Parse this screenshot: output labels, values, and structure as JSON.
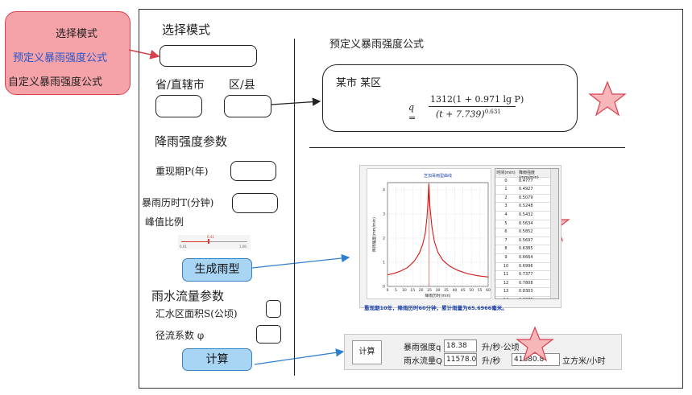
{
  "mode_menu": {
    "title": "选择模式",
    "option_predefined": "预定义暴雨强度公式",
    "option_custom": "自定义暴雨强度公式"
  },
  "left_panel": {
    "mode_label": "选择模式",
    "province_label": "省/直辖市",
    "district_label": "区/县",
    "rain_params_label": "降雨强度参数",
    "return_period_label": "重现期P(年)",
    "duration_label": "暴雨历时T(分钟)",
    "peak_ratio_label": "峰值比例",
    "slider": {
      "min_label": "0.01",
      "max_label": "1.00",
      "value_label": "0.41",
      "value": 0.41
    },
    "generate_button": "生成雨型",
    "flow_params_label": "雨水流量参数",
    "catchment_label": "汇水区面积S(公顷)",
    "runoff_label": "径流系数 φ",
    "calc_button": "计算"
  },
  "right_panel": {
    "formula_title": "预定义暴雨强度公式",
    "city_label": "某市 某区",
    "formula": {
      "lhs": "q =",
      "numerator": "1312(1 + 0.971 lg P)",
      "denominator": "(t + 7.739)",
      "exponent": "0.631"
    }
  },
  "chart_window": {
    "caption": "重现期10年，降雨历时60分钟，累计雨量为65.6966毫米。",
    "table": {
      "headers": [
        "时间(min)",
        "降雨强度(mm/min)"
      ],
      "rows": [
        [
          "0",
          "0.4777"
        ],
        [
          "1",
          "0.4927"
        ],
        [
          "2",
          "0.5079"
        ],
        [
          "3",
          "0.5248"
        ],
        [
          "4",
          "0.5432"
        ],
        [
          "5",
          "0.5634"
        ],
        [
          "6",
          "0.5852"
        ],
        [
          "7",
          "0.5697"
        ],
        [
          "8",
          "0.6385"
        ],
        [
          "9",
          "0.6664"
        ],
        [
          "10",
          "0.6996"
        ],
        [
          "11",
          "0.7377"
        ],
        [
          "12",
          "0.7808"
        ],
        [
          "13",
          "0.8303"
        ],
        [
          "14",
          "0.8875"
        ]
      ]
    }
  },
  "chart_data": {
    "type": "line",
    "title": "芝加哥雨型曲线",
    "xlabel": "降雨历时(min)",
    "ylabel": "降雨强度(mm/min)",
    "xlim": [
      0,
      60
    ],
    "ylim": [
      0,
      4.3
    ],
    "x_ticks": [
      0,
      5,
      10,
      15,
      20,
      25,
      30,
      35,
      40,
      45,
      50,
      55,
      60
    ],
    "y_ticks": [
      0,
      1,
      2,
      3,
      4
    ],
    "peak_x": 24.6,
    "series": [
      {
        "color": "#d11a1a",
        "x": [
          0,
          4,
          8,
          12,
          16,
          19,
          21,
          22.5,
          23.5,
          24.1,
          24.6,
          25.3,
          26.5,
          28,
          30,
          33,
          37,
          42,
          48,
          54,
          60
        ],
        "y": [
          0.48,
          0.54,
          0.64,
          0.78,
          1.05,
          1.38,
          1.75,
          2.2,
          2.85,
          3.5,
          4.25,
          3.3,
          2.45,
          1.85,
          1.42,
          1.08,
          0.84,
          0.66,
          0.52,
          0.44,
          0.39
        ]
      }
    ]
  },
  "calc_panel": {
    "calc_button": "计算",
    "intensity_label": "暴雨强度q",
    "intensity_value": "18.38",
    "intensity_unit": "升/秒·公顷",
    "flow_label": "雨水流量Q",
    "flow_value": "11578.0",
    "flow_unit_ls": "升/秒",
    "flow_value_m3": "41680.8",
    "flow_unit_m3": "立方米/小时"
  },
  "colors": {
    "callout_fill": "#f5a3a9",
    "callout_border": "#d8424f",
    "button_fill": "#a9d5f5",
    "star_fill": "#f7b6ba",
    "arrow_blue": "#2f7fd0",
    "curve_red": "#d11a1a"
  }
}
